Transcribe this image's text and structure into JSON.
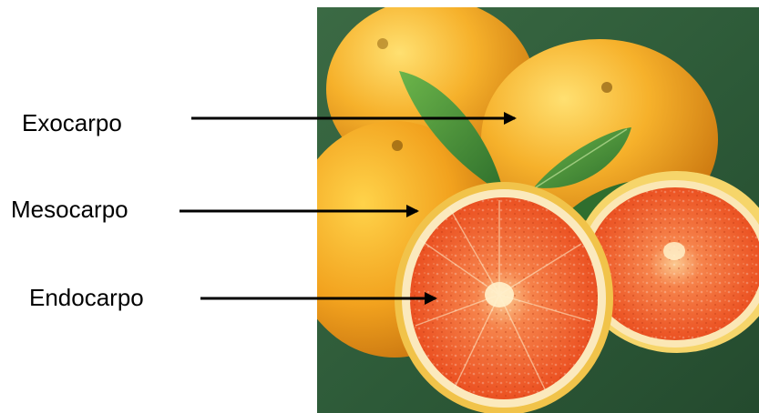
{
  "labels": {
    "exocarp": "Exocarpo",
    "mesocarp": "Mesocarpo",
    "endocarp": "Endocarpo"
  },
  "image": {
    "subject": "oranges-cut-in-half",
    "colors": {
      "background": "#2f5a3a",
      "peel": "#f2a51c",
      "pulp": "#ee5a2a",
      "pith": "#f7e6b0",
      "leaf": "#3f8a3a"
    }
  },
  "arrow_color": "#000000"
}
